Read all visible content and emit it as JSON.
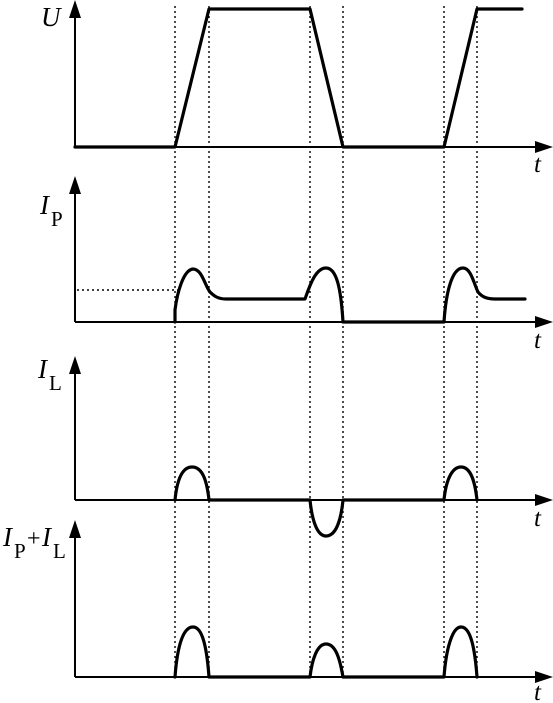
{
  "panels": {
    "u": {
      "y_label": "U",
      "x_label": "t"
    },
    "ip": {
      "y_label": "I",
      "y_sub": "P",
      "x_label": "t"
    },
    "il": {
      "y_label": "I",
      "y_sub": "L",
      "x_label": "t"
    },
    "sum": {
      "y_label_a": "I",
      "y_sub_a": "P",
      "plus": "+",
      "y_label_b": "I",
      "y_sub_b": "L",
      "x_label": "t"
    }
  }
}
